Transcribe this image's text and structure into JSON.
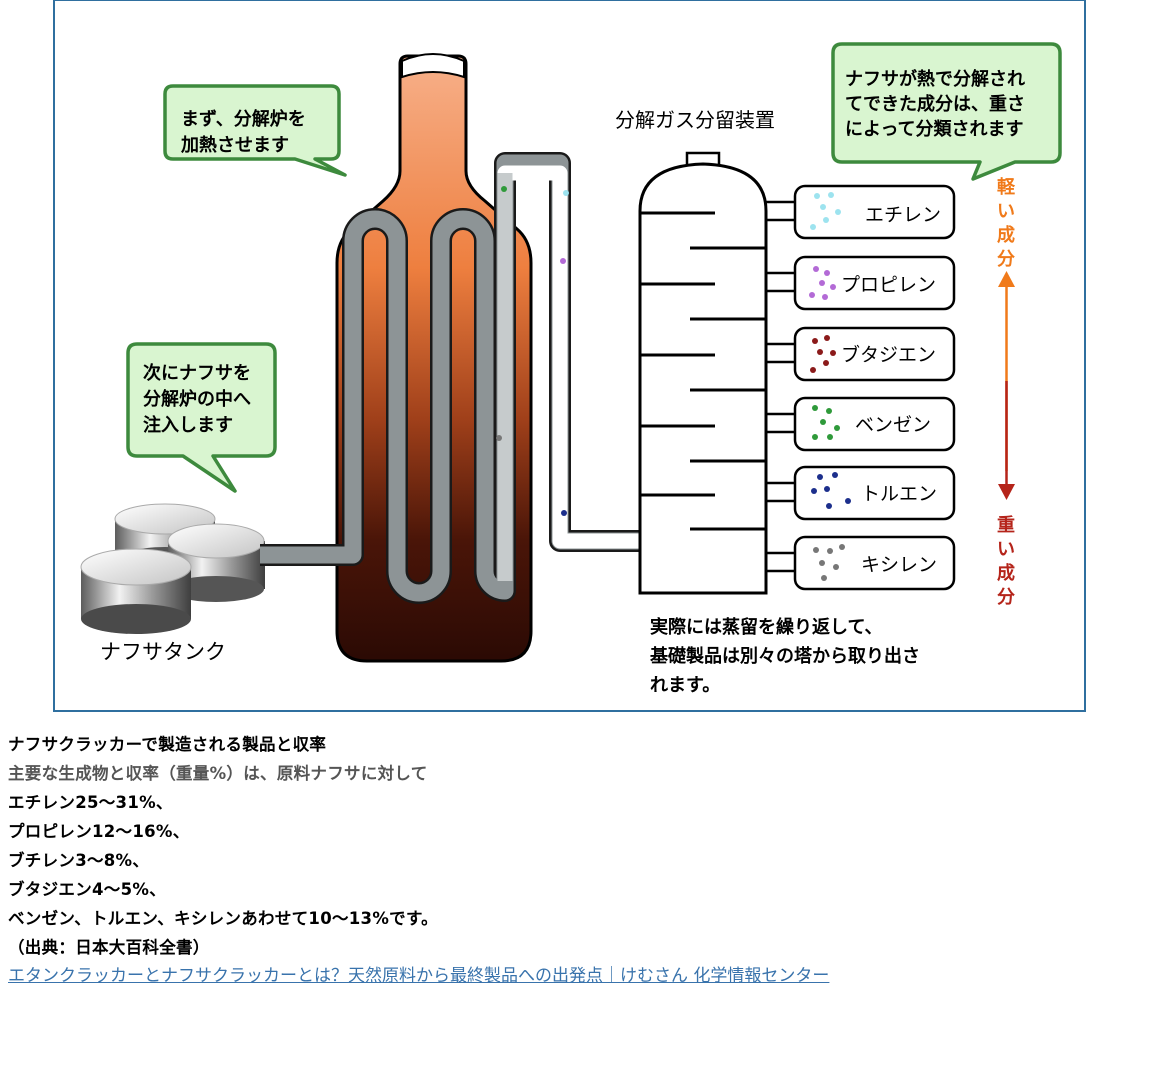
{
  "diagram": {
    "bubble_heat": [
      "まず、分解炉を",
      "加熱させます"
    ],
    "bubble_inject": [
      "次にナフサを",
      "分解炉の中へ",
      "注入します"
    ],
    "bubble_sort": [
      "ナフサが熱で分解され",
      "てできた成分は、重さ",
      "によって分類されます"
    ],
    "tower_title": "分解ガス分留装置",
    "tank_label": "ナフサタンク",
    "products": [
      "エチレン",
      "プロピレン",
      "ブタジエン",
      "ベンゼン",
      "トルエン",
      "キシレン"
    ],
    "light_label": [
      "軽",
      "い",
      "成",
      "分"
    ],
    "heavy_label": [
      "重",
      "い",
      "成",
      "分"
    ],
    "note": [
      "実際には蒸留を繰り返して、",
      "基礎製品は別々の塔から取り出さ",
      "れます。"
    ],
    "colors": {
      "ethylene": "#9de3ef",
      "propylene": "#b36ad6",
      "butadiene": "#8b1a1a",
      "benzene": "#2f9a3a",
      "toluene": "#1c2f8c",
      "xylene": "#777777",
      "light_arrow": "#f07a1a",
      "heavy_arrow": "#b5241a",
      "bubble_fill": "#d9f5d0",
      "bubble_stroke": "#3d8a3d"
    }
  },
  "caption": {
    "title": "ナフサクラッカーで製造される製品と収率",
    "intro": "主要な生成物と収率（重量%）は、原料ナフサに対して",
    "lines": [
      "エチレン25～31%、",
      "プロピレン12～16%、",
      "ブチレン3～8%、",
      "ブタジエン4～5%、",
      "ベンゼン、トルエン、キシレンあわせて10～13%です。"
    ],
    "source": "（出典：日本大百科全書）",
    "link": "エタンクラッカーとナフサクラッカーとは？天然原料から最終製品への出発点｜けむさん 化学情報センター"
  }
}
